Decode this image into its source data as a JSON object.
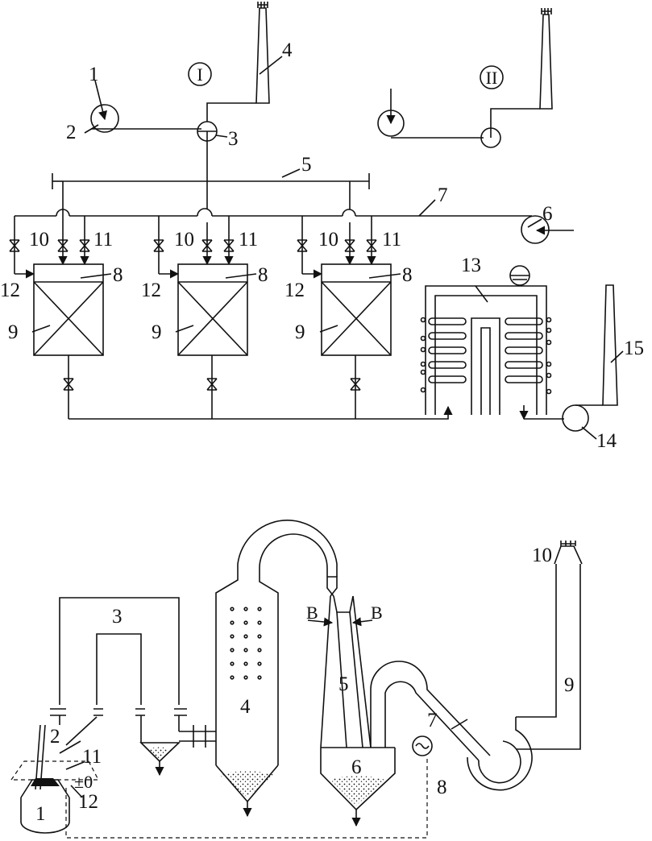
{
  "top_diagram": {
    "roman_labels": {
      "system_one": "I",
      "system_two": "II"
    },
    "labels": {
      "l1": "1",
      "l2": "2",
      "l3": "3",
      "l4": "4",
      "l5": "5",
      "l6": "6",
      "l7": "7",
      "l8a": "8",
      "l8b": "8",
      "l8c": "8",
      "l9a": "9",
      "l9b": "9",
      "l9c": "9",
      "l10a": "10",
      "l10b": "10",
      "l10c": "10",
      "l11a": "11",
      "l11b": "11",
      "l11c": "11",
      "l12a": "12",
      "l12b": "12",
      "l12c": "12",
      "l13": "13",
      "l14": "14",
      "l15": "15"
    }
  },
  "bottom_diagram": {
    "labels": {
      "l1": "1",
      "l2": "2",
      "l3": "3",
      "l4": "4",
      "l5": "5",
      "l6": "6",
      "l7": "7",
      "l8": "8",
      "l9": "9",
      "l10": "10",
      "l11": "11",
      "l12": "12",
      "zero": "±0",
      "b_left": "B",
      "b_right": "B"
    }
  }
}
